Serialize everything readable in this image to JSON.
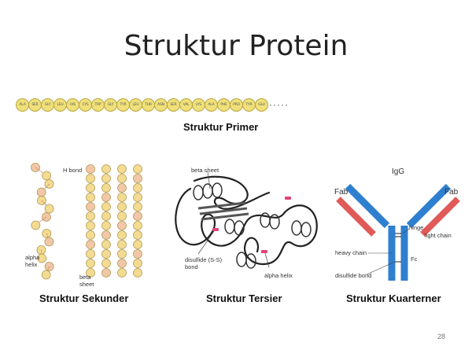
{
  "slide": {
    "title": "Struktur Protein",
    "page_number": "28"
  },
  "primary": {
    "caption": "Struktur Primer",
    "residues": [
      "ALA",
      "SER",
      "GLY",
      "LEU",
      "HIS",
      "CYS",
      "TRP",
      "GLY",
      "TYR",
      "LEU",
      "THR",
      "ASN",
      "SER",
      "VAL",
      "LYS",
      "ALA",
      "PHE",
      "PRO",
      "TYR",
      "GLU"
    ],
    "ellipsis": "·····"
  },
  "secondary": {
    "caption": "Struktur Sekunder",
    "labels": {
      "h_bond": "H bond",
      "alpha_helix": "alpha\nhelix",
      "beta_sheet": "beta\nsheet"
    }
  },
  "tertiary": {
    "caption": "Struktur Tersier",
    "labels": {
      "beta_sheet": "beta sheet",
      "disulfide": "disulfide (S-S)\nbond",
      "alpha_helix": "alpha helix"
    }
  },
  "quaternary": {
    "caption": "Struktur Kuarterner",
    "labels": {
      "igg": "IgG",
      "fab_left": "Fab",
      "fab_right": "Fab",
      "hinge": "hinge",
      "light_chain": "light chain",
      "heavy_chain": "heavy chain",
      "fc": "Fc",
      "disulfide_bond": "disulfide bond"
    }
  },
  "colors": {
    "heavy_chain": "#2f7fd0",
    "light_chain": "#e05a5a",
    "bead_fill": "#f0e07a"
  }
}
